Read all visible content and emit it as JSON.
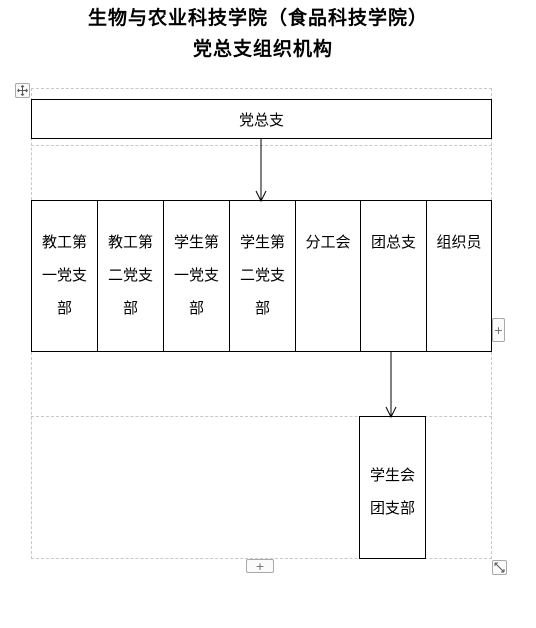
{
  "document": {
    "title_line1": "生物与农业科技学院（食品科技学院）",
    "title_line2": "党总支组织机构"
  },
  "org": {
    "top": "党总支",
    "branches": [
      "教工第一党支部",
      "教工第二党支部",
      "学生第一党支部",
      "学生第二党支部",
      "分工会",
      "团总支",
      "组织员"
    ],
    "sub_unit": "学生会团支部"
  },
  "handles": {
    "move_icon": "move-icon",
    "add_row_icon": "plus-icon",
    "add_col_icon": "plus-icon",
    "resize_icon": "resize-icon"
  }
}
